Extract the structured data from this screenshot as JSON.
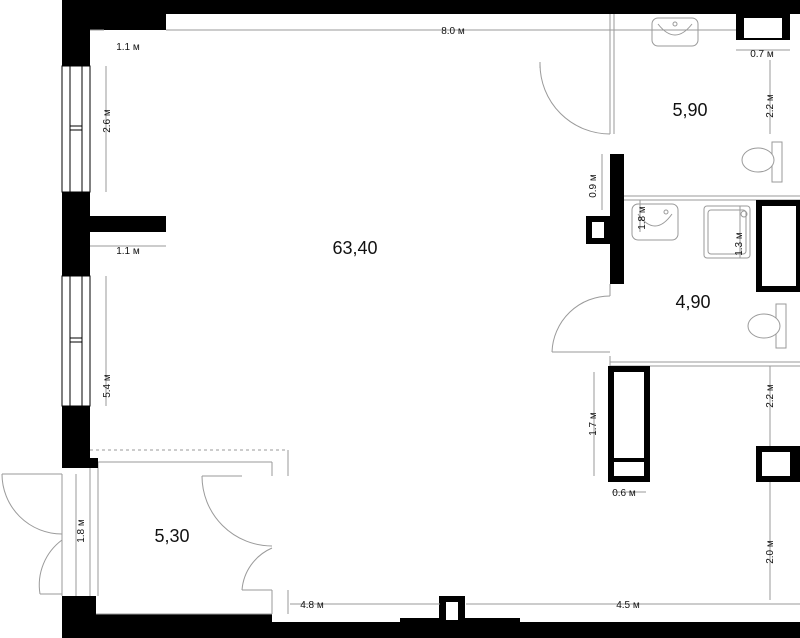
{
  "rooms": {
    "main_area": "63,40",
    "bathroom_top_area": "5,90",
    "bathroom_mid_area": "4,90",
    "entry_area": "5,30"
  },
  "dimensions": {
    "top_width": "8.0 м",
    "top_right_width": "0.7 м",
    "left_upper_offset": "1.1 м",
    "window_upper": "2.6 м",
    "left_mid_offset": "1.1 м",
    "window_lower": "5.4 м",
    "entry_door": "1.8 м",
    "bottom_left": "4.8 м",
    "bottom_right": "4.5 м",
    "partition_top": "0.9 м",
    "partition_mid": "1.8 м",
    "shower": "1.3 м",
    "bath_top_height": "2.2 м",
    "right_mid": "2.2 м",
    "right_low": "2.0 м",
    "column_height": "1.7 м",
    "column_width": "0.6 м"
  }
}
